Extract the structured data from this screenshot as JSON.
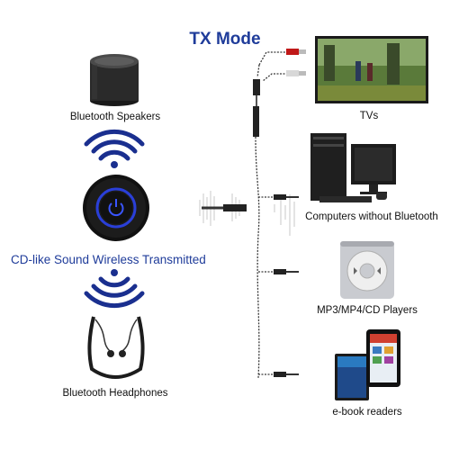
{
  "title": "TX Mode",
  "left": {
    "speaker_label": "Bluetooth Speakers",
    "transmit_label": "CD-like Sound Wireless Transmitted",
    "headphones_label": "Bluetooth Headphones"
  },
  "devices": [
    {
      "label": "TVs",
      "icon": "tv-icon"
    },
    {
      "label": "Computers without Bluetooth",
      "icon": "computer-icon"
    },
    {
      "label": "MP3/MP4/CD Players",
      "icon": "mp3-player-icon"
    },
    {
      "label": "e-book readers",
      "icon": "ebook-reader-icon"
    }
  ],
  "colors": {
    "accent": "#1f3c9a",
    "wifi": "#1a2f8f",
    "device_glow": "#2a3fd8"
  }
}
